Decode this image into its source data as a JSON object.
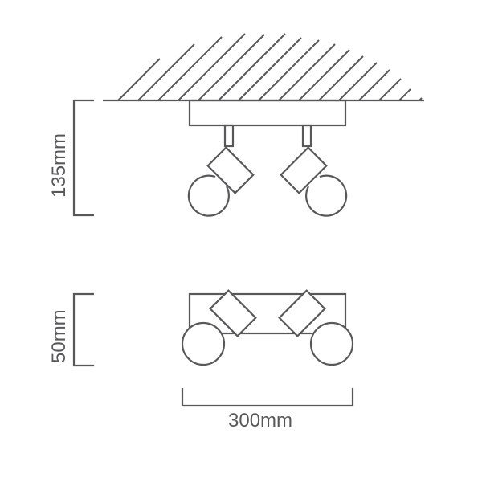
{
  "diagram": {
    "type": "technical dimension drawing",
    "subject": "twin spotlight ceiling fitting",
    "line_color": "#58585a",
    "background": "#ffffff",
    "views": [
      {
        "name": "side-view",
        "description": "fitting mounted to ceiling (hatched), two angled spot heads with bulbs"
      },
      {
        "name": "top-view",
        "description": "rectangular base plate with two angled spot heads and bulbs"
      }
    ],
    "dimensions": {
      "height_side": "135mm",
      "height_top": "50mm",
      "width": "300mm"
    }
  }
}
